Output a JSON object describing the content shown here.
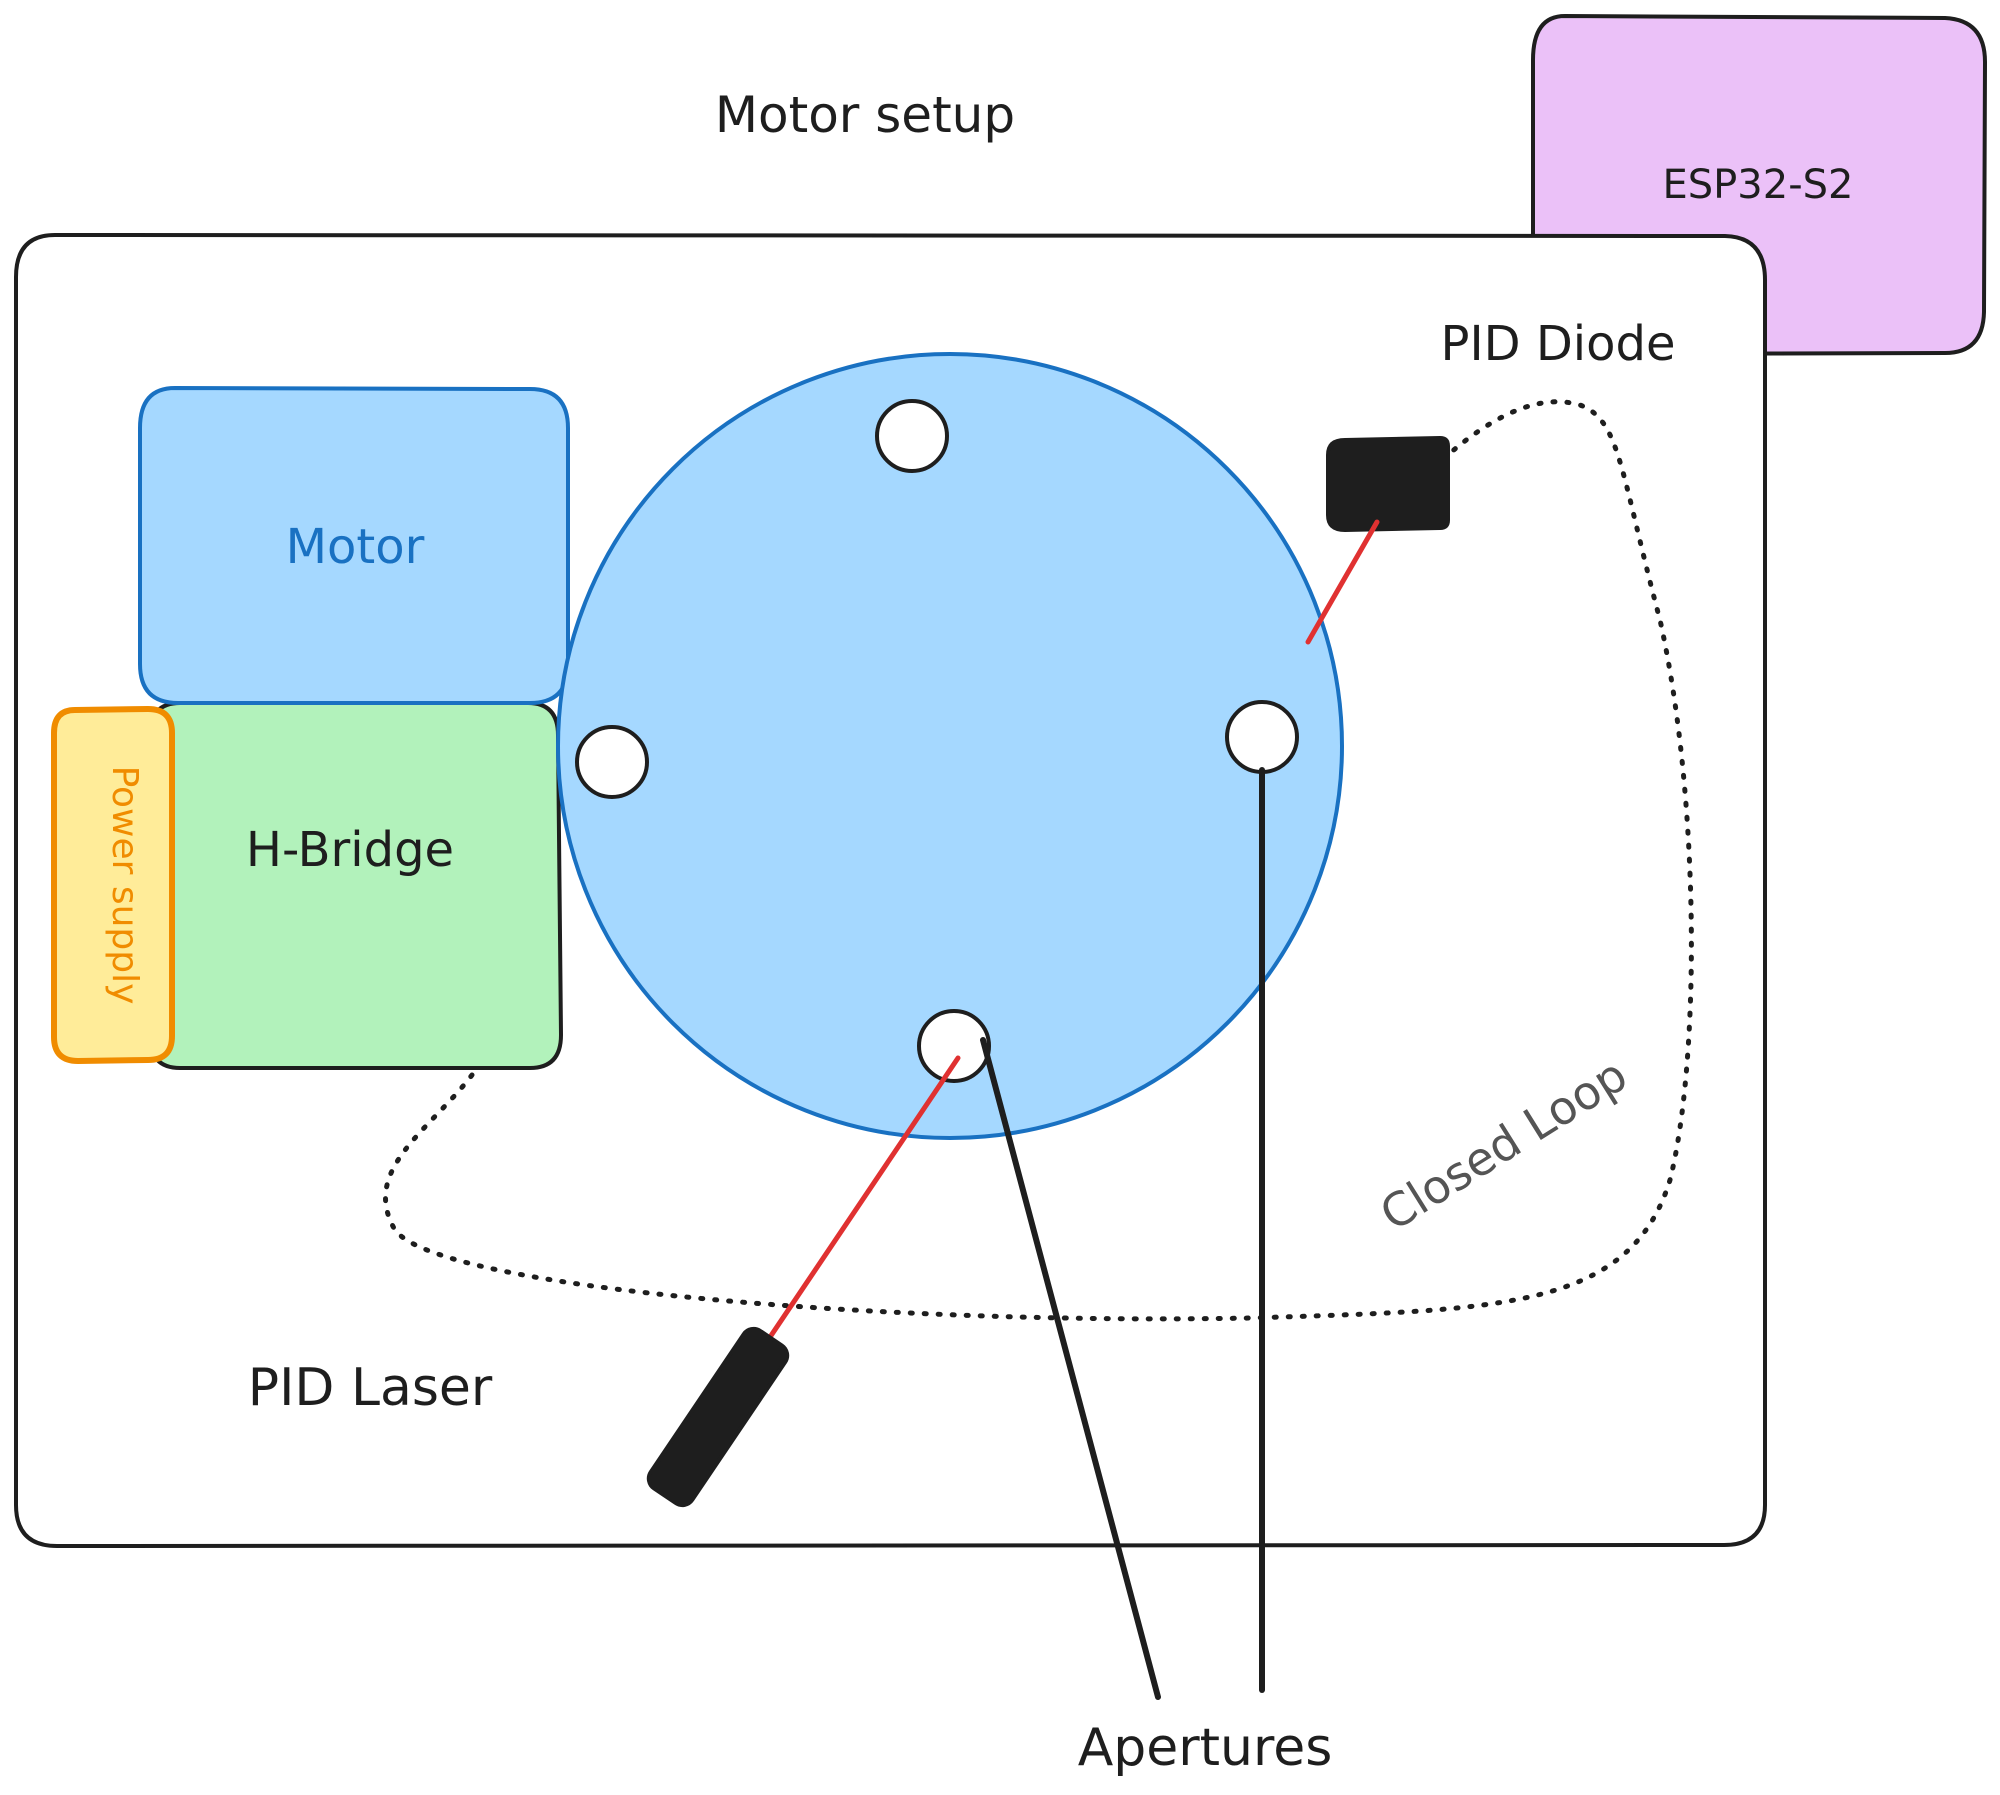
{
  "title": "Motor setup",
  "labels": {
    "esp32": "ESP32-S2",
    "pid_diode": "PID Diode",
    "motor": "Motor",
    "h_bridge": "H-Bridge",
    "power_supply": "Power supply",
    "pid_laser": "PID Laser",
    "closed_loop": "Closed Loop",
    "apertures": "Apertures"
  },
  "colors": {
    "stroke": "#1e1e1e",
    "esp32_fill": "#ebc1f8",
    "motor_fill": "#a5d8ff",
    "motor_stroke": "#1971c2",
    "disk_fill": "#a5d8ff",
    "disk_stroke": "#1971c2",
    "h_bridge_fill": "#b2f2bb",
    "power_fill": "#ffec99",
    "power_stroke": "#f08c00",
    "laser_beam": "#e03131",
    "closed_loop_text": "#555555"
  }
}
